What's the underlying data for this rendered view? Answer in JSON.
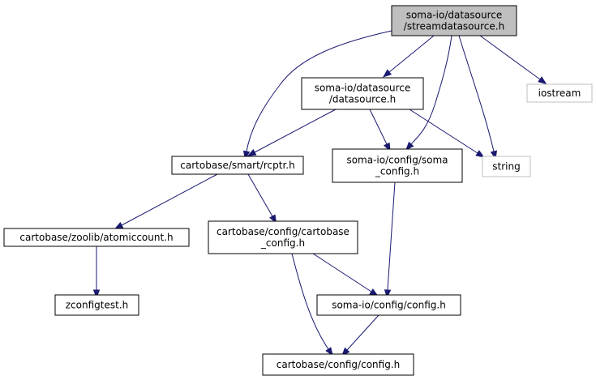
{
  "colors": {
    "edge": "#191970",
    "node_border": "#000000",
    "external_border": "#bfbfbf",
    "highlight_fill": "#bfbfbf",
    "node_fill": "#ffffff",
    "text": "#000000"
  },
  "nodes": [
    {
      "id": "streamdatasource",
      "lines": [
        "soma-io/datasource",
        "/streamdatasource.h"
      ],
      "style": "highlight"
    },
    {
      "id": "datasource",
      "lines": [
        "soma-io/datasource",
        "/datasource.h"
      ],
      "style": "normal"
    },
    {
      "id": "iostream",
      "lines": [
        "iostream"
      ],
      "style": "external"
    },
    {
      "id": "rcptr",
      "lines": [
        "cartobase/smart/rcptr.h"
      ],
      "style": "normal"
    },
    {
      "id": "soma_config",
      "lines": [
        "soma-io/config/soma",
        "_config.h"
      ],
      "style": "normal"
    },
    {
      "id": "string",
      "lines": [
        "string"
      ],
      "style": "external"
    },
    {
      "id": "atomiccount",
      "lines": [
        "cartobase/zoolib/atomiccount.h"
      ],
      "style": "normal"
    },
    {
      "id": "cartobase_config",
      "lines": [
        "cartobase/config/cartobase",
        "_config.h"
      ],
      "style": "normal"
    },
    {
      "id": "zconfigtest",
      "lines": [
        "zconfigtest.h"
      ],
      "style": "normal"
    },
    {
      "id": "somaio_config",
      "lines": [
        "soma-io/config/config.h"
      ],
      "style": "normal"
    },
    {
      "id": "cartobase_config_h",
      "lines": [
        "cartobase/config/config.h"
      ],
      "style": "normal"
    }
  ],
  "edges": [
    {
      "from": "streamdatasource",
      "to": "datasource"
    },
    {
      "from": "streamdatasource",
      "to": "rcptr"
    },
    {
      "from": "streamdatasource",
      "to": "soma_config"
    },
    {
      "from": "streamdatasource",
      "to": "string"
    },
    {
      "from": "streamdatasource",
      "to": "iostream"
    },
    {
      "from": "datasource",
      "to": "rcptr"
    },
    {
      "from": "datasource",
      "to": "soma_config"
    },
    {
      "from": "datasource",
      "to": "string"
    },
    {
      "from": "rcptr",
      "to": "atomiccount"
    },
    {
      "from": "rcptr",
      "to": "cartobase_config"
    },
    {
      "from": "atomiccount",
      "to": "zconfigtest"
    },
    {
      "from": "soma_config",
      "to": "somaio_config"
    },
    {
      "from": "cartobase_config",
      "to": "somaio_config"
    },
    {
      "from": "cartobase_config",
      "to": "cartobase_config_h"
    },
    {
      "from": "somaio_config",
      "to": "cartobase_config_h"
    }
  ]
}
